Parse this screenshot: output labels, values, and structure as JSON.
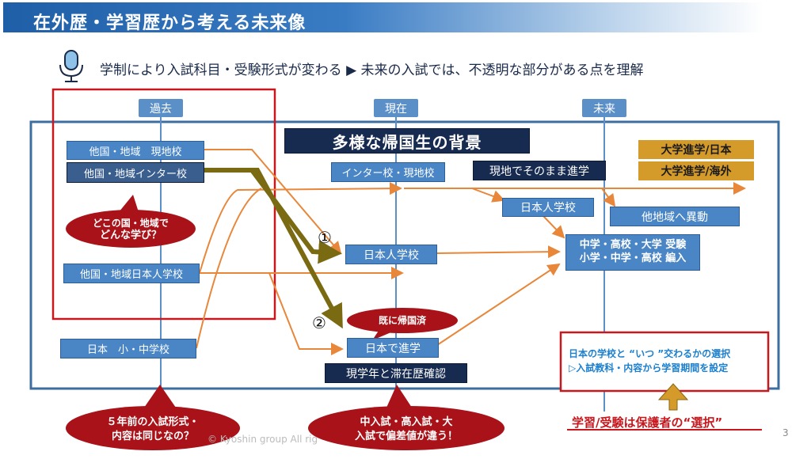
{
  "title": "在外歴・学習歴から考える未来像",
  "subtitle": "学制により入試科目・受験形式が変わる ▶ 未来の入試では、不透明な部分がある点を理解",
  "timeline": {
    "past": "過去",
    "present": "現在",
    "future": "未来"
  },
  "main_title": "多様な帰国生の背景",
  "past_boxes": {
    "local": "他国・地域　現地校",
    "inter": "他国・地域インター校",
    "jpschool": "他国・地域日本人学校",
    "japan": "日本　小・中学校"
  },
  "past_bubble": {
    "line1": "どこの国・地域で",
    "line2": "どんな学び？"
  },
  "present_boxes": {
    "inter": "インター校・現地校",
    "jpschool": "日本人学校",
    "japan": "日本で進学",
    "continue": "現地でそのまま進学",
    "jpschool2": "日本人学校",
    "already": "既に帰国済",
    "confirm": "現学年と滞在歴確認"
  },
  "markers": {
    "one": "①",
    "two": "②"
  },
  "future_boxes": {
    "univ_jp": "大学進学/日本",
    "univ_abroad": "大学進学/海外",
    "move": "他地域へ異動",
    "exam_line1": "中学・高校・大学 受験",
    "exam_line2": "小学・中学・高校 編入"
  },
  "selection": {
    "line1": "日本の学校と “いつ ”交わるかの選択",
    "line2": "▷入試教科・内容から学習期間を設定"
  },
  "choice_label": "学習/受験は保護者の“選択”",
  "bottom_bubbles": {
    "left_line1": "５年前の入試形式・",
    "left_line2": "内容は同じなの？",
    "right_line1": "中入試・高入試・大",
    "right_line2": "入試で偏差値が違う！"
  },
  "footer": {
    "copyright": "© Kyoshin group All rig",
    "page": "3"
  },
  "colors": {
    "banner": "#1f5fa8",
    "box_blue": "#4a86c5",
    "box_navy": "#172a50",
    "box_gold": "#d49a2a",
    "arrow_orange": "#e8873a",
    "arrow_olive": "#7a6a12",
    "highlight_red": "#c8181e",
    "bubble_red": "#a81218"
  }
}
